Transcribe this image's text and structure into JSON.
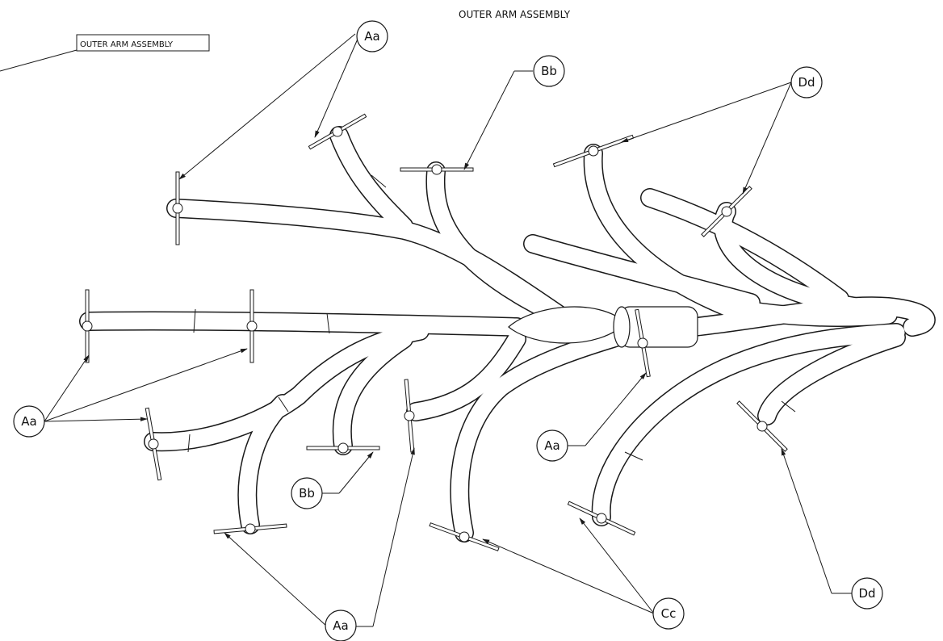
{
  "drawing": {
    "title": "OUTER ARM ASSEMBLY",
    "title_box": "OUTER ARM ASSEMBLY"
  },
  "callouts": [
    {
      "id": "aa-top",
      "label": "Aa"
    },
    {
      "id": "bb-top",
      "label": "Bb"
    },
    {
      "id": "dd-top",
      "label": "Dd"
    },
    {
      "id": "aa-left",
      "label": "Aa"
    },
    {
      "id": "aa-mid",
      "label": "Aa"
    },
    {
      "id": "bb-bottom",
      "label": "Bb"
    },
    {
      "id": "aa-bottom",
      "label": "Aa"
    },
    {
      "id": "cc-bottom",
      "label": "Cc"
    },
    {
      "id": "dd-bottom",
      "label": "Dd"
    }
  ]
}
